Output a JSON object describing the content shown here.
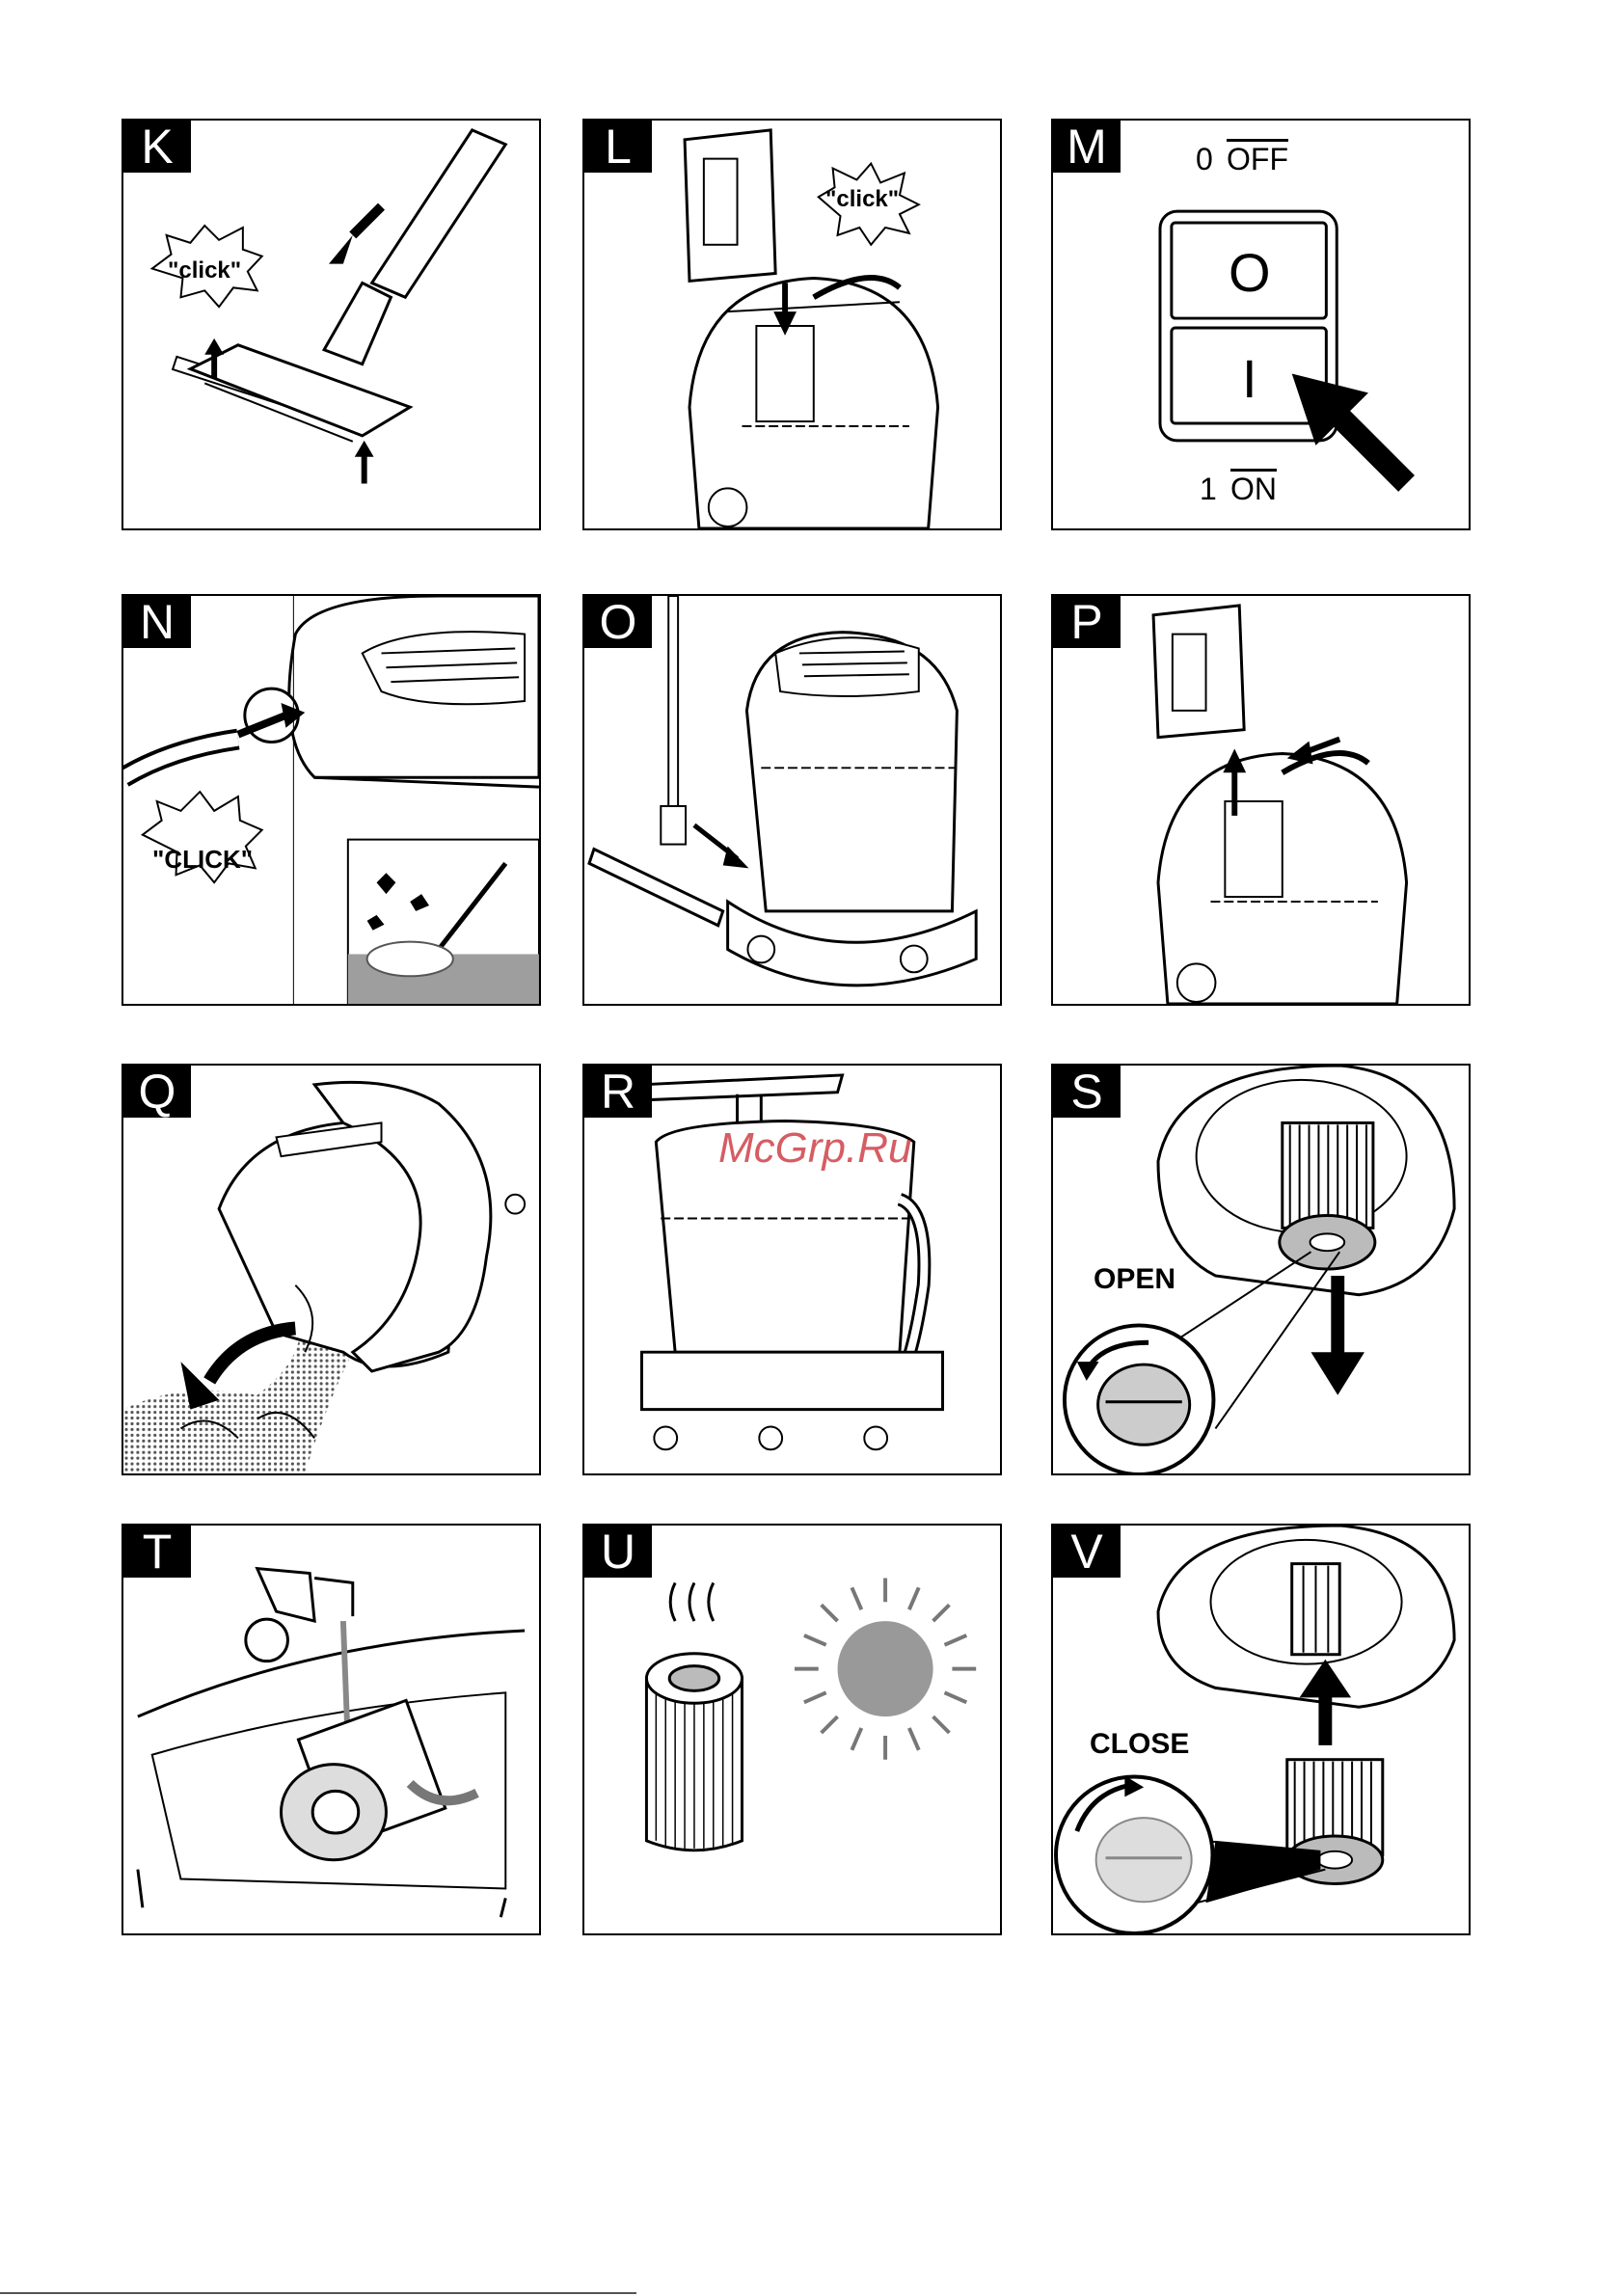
{
  "panels": {
    "k": {
      "letter": "K",
      "click": "\"click\""
    },
    "l": {
      "letter": "L",
      "click": "\"click\""
    },
    "m": {
      "letter": "M",
      "off_num": "0",
      "off_label": "OFF",
      "switch_o": "O",
      "switch_i": "I",
      "on_num": "1",
      "on_label": "ON"
    },
    "n": {
      "letter": "N",
      "click": "\"CLICK\""
    },
    "o": {
      "letter": "O"
    },
    "p": {
      "letter": "P"
    },
    "q": {
      "letter": "Q"
    },
    "r": {
      "letter": "R"
    },
    "s": {
      "letter": "S",
      "open": "OPEN"
    },
    "t": {
      "letter": "T"
    },
    "u": {
      "letter": "U"
    },
    "v": {
      "letter": "V",
      "close": "CLOSE"
    }
  },
  "watermark": "McGrp.Ru"
}
